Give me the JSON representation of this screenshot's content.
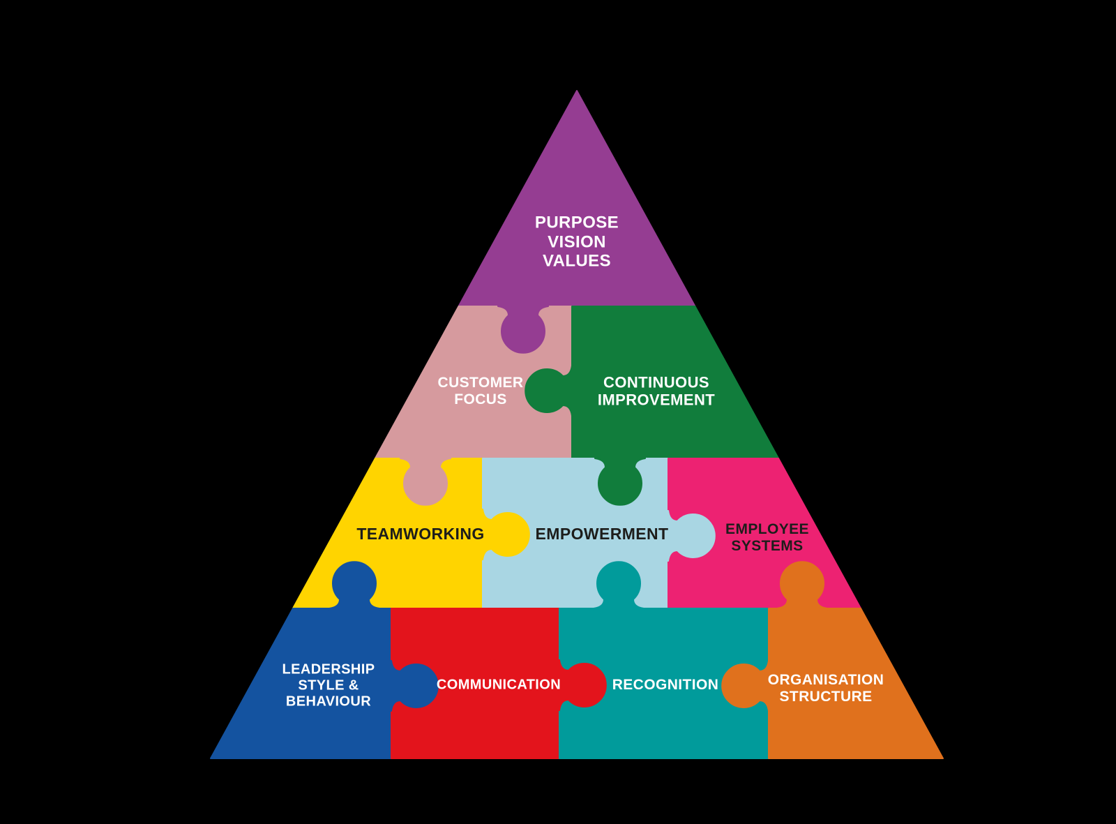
{
  "background": "#000000",
  "diagram": {
    "name": "culture-puzzle-pyramid",
    "pieces": [
      {
        "id": "purpose-vision-values",
        "label_lines": [
          "PURPOSE",
          "VISION",
          "VALUES"
        ],
        "color": "#953D92",
        "text_color": "#FFFFFF"
      },
      {
        "id": "customer-focus",
        "label_lines": [
          "CUSTOMER",
          "FOCUS"
        ],
        "color": "#D69A9E",
        "text_color": "#FFFFFF"
      },
      {
        "id": "continuous-improvement",
        "label_lines": [
          "CONTINUOUS",
          "IMPROVEMENT"
        ],
        "color": "#117D3C",
        "text_color": "#FFFFFF"
      },
      {
        "id": "teamworking",
        "label_lines": [
          "TEAMWORKING"
        ],
        "color": "#FFD400",
        "text_color": "#1D1D1B"
      },
      {
        "id": "empowerment",
        "label_lines": [
          "EMPOWERMENT"
        ],
        "color": "#A9D6E3",
        "text_color": "#1D1D1B"
      },
      {
        "id": "employee-systems",
        "label_lines": [
          "EMPLOYEE",
          "SYSTEMS"
        ],
        "color": "#ED2272",
        "text_color": "#1D1D1B"
      },
      {
        "id": "leadership-style-behaviour",
        "label_lines": [
          "LEADERSHIP",
          "STYLE &",
          "BEHAVIOUR"
        ],
        "color": "#1453A0",
        "text_color": "#FFFFFF"
      },
      {
        "id": "communication",
        "label_lines": [
          "COMMUNICATION"
        ],
        "color": "#E3141C",
        "text_color": "#FFFFFF"
      },
      {
        "id": "recognition",
        "label_lines": [
          "RECOGNITION"
        ],
        "color": "#019B9B",
        "text_color": "#FFFFFF"
      },
      {
        "id": "organisation-structure",
        "label_lines": [
          "ORGANISATION",
          "STRUCTURE"
        ],
        "color": "#E0711D",
        "text_color": "#FFFFFF"
      }
    ]
  }
}
